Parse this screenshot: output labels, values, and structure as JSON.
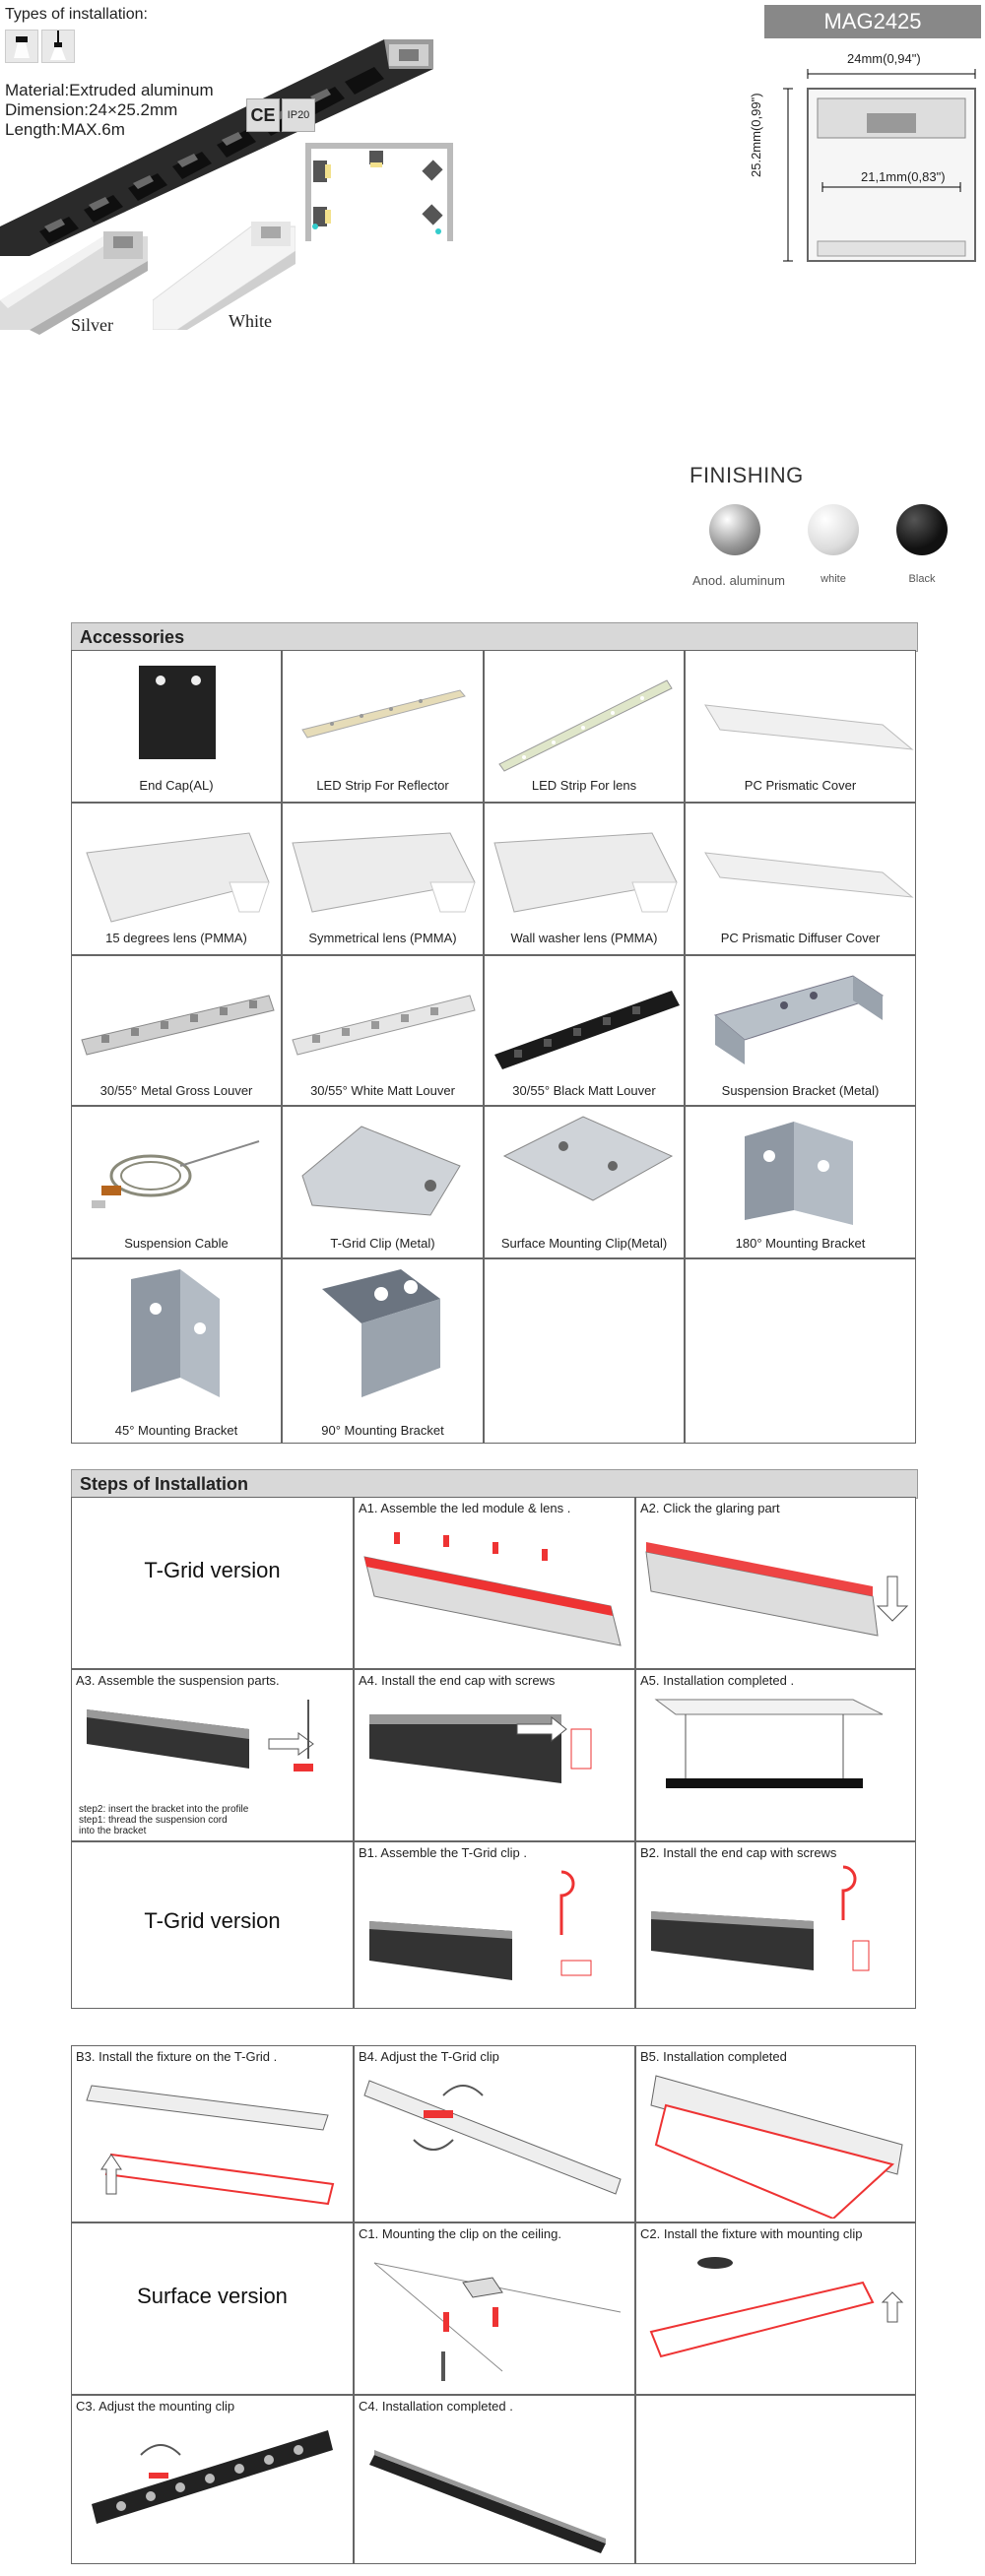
{
  "header": {
    "types_label": "Types of installation:",
    "material": "Material:Extruded aluminum",
    "dimension": "Dimension:24×25.2mm",
    "length": "Length:MAX.6m",
    "model": "MAG2425",
    "ce": "CE",
    "ip": "IP20",
    "silver_label": "Silver",
    "white_label": "White"
  },
  "dims": {
    "width": "24mm(0,94\")",
    "height": "25.2mm(0,99\")",
    "inner": "21,1mm(0,83\")"
  },
  "finishing": {
    "title": "FINISHING",
    "items": [
      {
        "label": "Anod. aluminum",
        "color": "#9a9a9a"
      },
      {
        "label": "white",
        "color": "#dcdcdc"
      },
      {
        "label": "Black",
        "color": "#111111"
      }
    ]
  },
  "accessories": {
    "title": "Accessories",
    "items": [
      "End Cap(AL)",
      "LED Strip For Reflector",
      "LED Strip For lens",
      "PC Prismatic Cover",
      "15 degrees lens (PMMA)",
      "Symmetrical lens (PMMA)",
      "Wall washer lens (PMMA)",
      "PC Prismatic Diffuser Cover",
      "30/55° Metal Gross Louver",
      "30/55° White Matt Louver",
      "30/55° Black Matt Louver",
      "Suspension Bracket (Metal)",
      "Suspension Cable",
      "T-Grid Clip (Metal)",
      "Surface Mounting Clip(Metal)",
      "180° Mounting Bracket",
      "45° Mounting Bracket",
      "90° Mounting Bracket"
    ]
  },
  "steps": {
    "title": "Steps of Installation",
    "tgrid_version": "T-Grid version",
    "surface_version": "Surface version",
    "a1": "A1. Assemble the led module & lens .",
    "a2": "A2. Click the glaring part",
    "a3": "A3. Assemble the suspension parts.",
    "a4": "A4. Install the end cap with screws",
    "a5": "A5. Installation completed .",
    "a3_step2": "step2: insert the bracket into the profile",
    "a3_step1": "step1: thread the suspension cord",
    "a3_step1b": "into the bracket",
    "b1": "B1. Assemble the T-Grid clip .",
    "b2": "B2. Install the end cap with screws",
    "b3": "B3. Install the fixture on the T-Grid .",
    "b4": "B4. Adjust the T-Grid clip",
    "b5": "B5. Installation completed",
    "c1": "C1. Mounting the clip on the ceiling.",
    "c2": "C2. Install the fixture with mounting clip",
    "c3": "C3. Adjust the mounting clip",
    "c4": "C4. Installation completed ."
  }
}
